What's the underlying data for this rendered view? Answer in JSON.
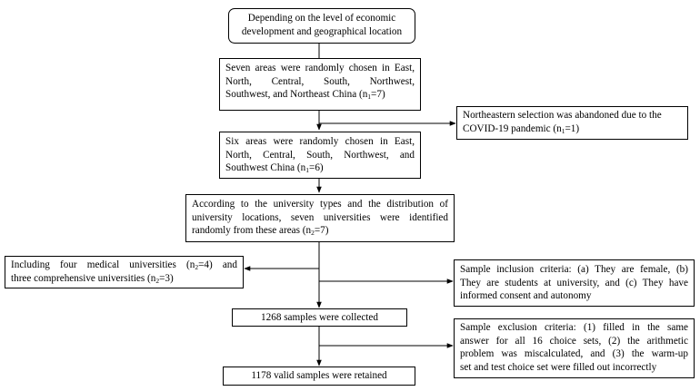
{
  "boxes": {
    "start": {
      "lines": [
        "Depending on the level of economic",
        "development and geographical location"
      ]
    },
    "seven_areas": {
      "l1": "Seven areas were randomly chosen in East,",
      "l2": "North, Central, South, Northwest,",
      "l3": "Southwest, and Northeast China (n",
      "l3_sub": "1",
      "l3_end": "=7)"
    },
    "northeast_abandoned": {
      "l1": "Northeastern selection was abandoned due to the",
      "l2": "COVID-19 pandemic (n",
      "l2_sub": "1",
      "l2_end": "=1)"
    },
    "six_areas": {
      "l1": "Six areas were randomly chosen in East,",
      "l2": "North, Central, South, Northwest, and",
      "l3": "Southwest China (n",
      "l3_sub": "1",
      "l3_end": "=6)"
    },
    "universities": {
      "l1": "According to the university  types and the distribution of",
      "l2": "university locations, seven universities were identified",
      "l3": "randomly from these areas (n",
      "l3_sub": "2",
      "l3_end": "=7)"
    },
    "medical_comprehensive": {
      "l1": "Including four medical universities (n",
      "l1_sub": "2",
      "l1_end": "=4) and",
      "l2": "three comprehensive universities (n",
      "l2_sub": "2",
      "l2_end": "=3)"
    },
    "inclusion": {
      "l1": "Sample inclusion criteria: (a) They are female, (b)",
      "l2": "They are students at university, and (c) They have",
      "l3": "informed consent and autonomy"
    },
    "collected": {
      "text": "1268 samples were collected"
    },
    "exclusion": {
      "l1": "Sample exclusion criteria: (1) filled in the same",
      "l2": "answer for all 16 choice sets, (2) the arithmetic",
      "l3": "problem was miscalculated, and (3) the warm-up",
      "l4": "set and test choice set were filled out incorrectly"
    },
    "retained": {
      "text": "1178 valid samples were retained"
    }
  }
}
